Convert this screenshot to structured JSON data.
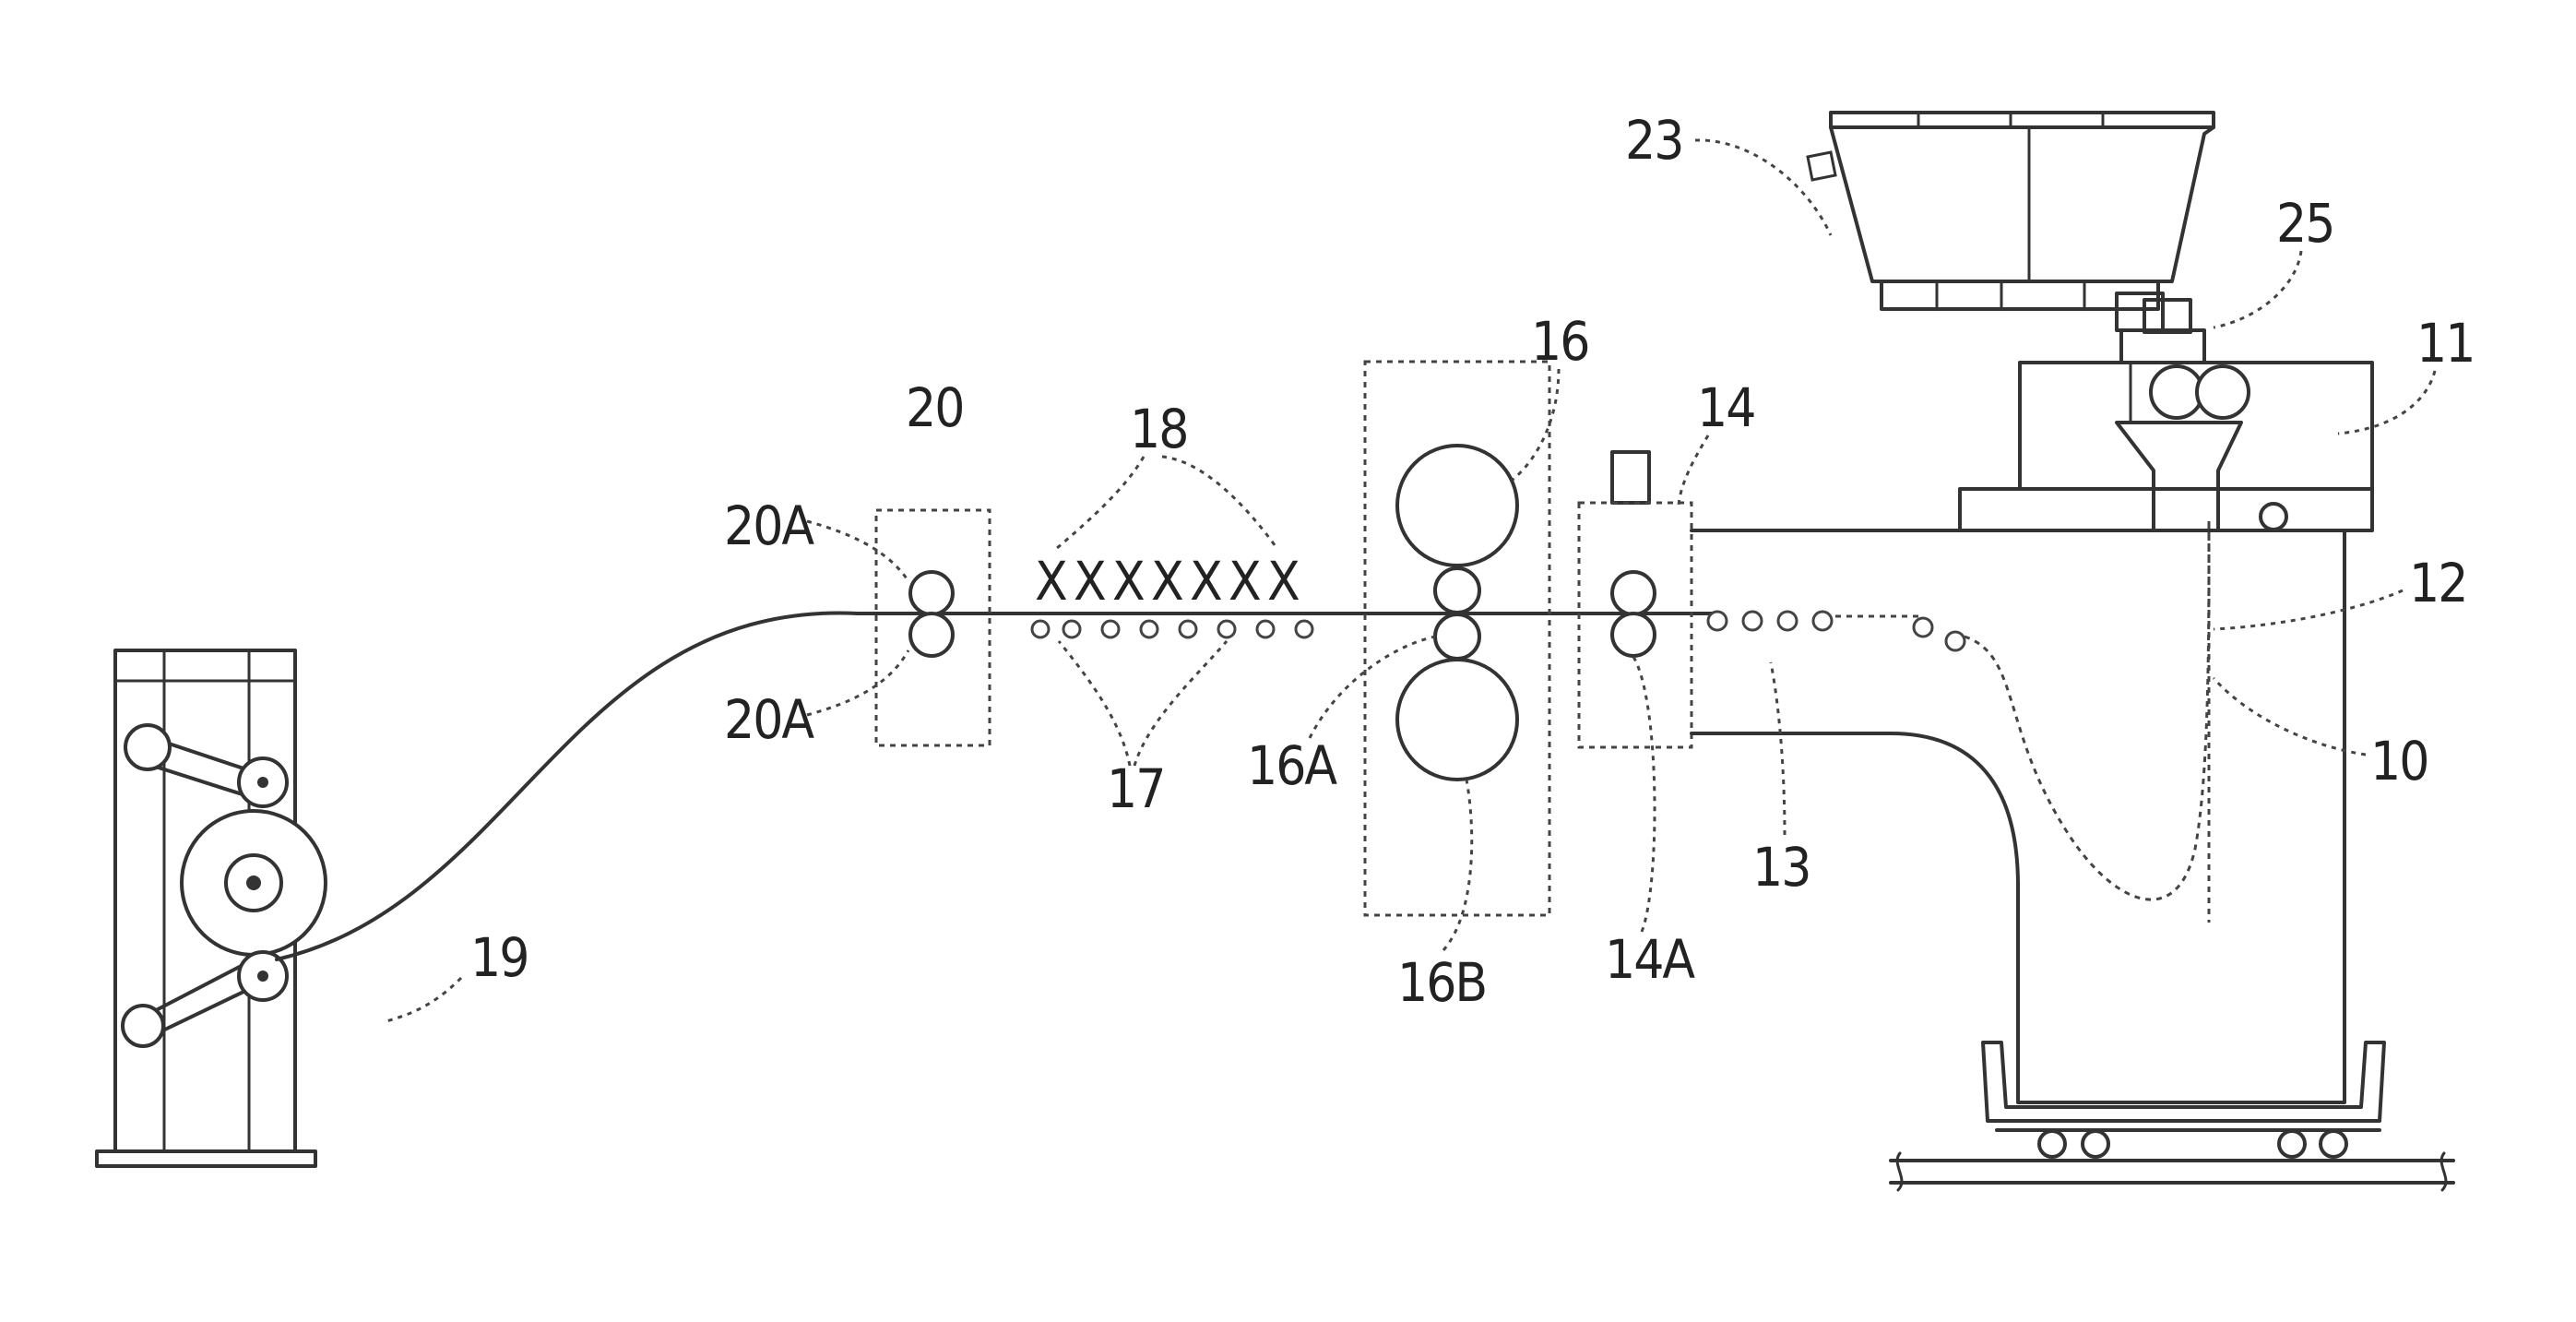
{
  "figure": {
    "labels": {
      "ladle": "23",
      "nozzle": "25",
      "caster": "11",
      "chamber": "12",
      "apparatus": "10",
      "cooling": "13",
      "pinch_stand": "14",
      "pinch_rolls": "14A",
      "hot_mill": "16",
      "work_rolls": "16A",
      "backup_rolls": "16B",
      "table_rolls": "17",
      "sprays": "18",
      "coiler_pinch": "20",
      "coiler_pinch_roll_top": "20A",
      "coiler_pinch_roll_bottom": "20A",
      "coiler": "19"
    },
    "spray_marks": [
      "X",
      "X",
      "X",
      "X",
      "X",
      "X",
      "X"
    ]
  }
}
